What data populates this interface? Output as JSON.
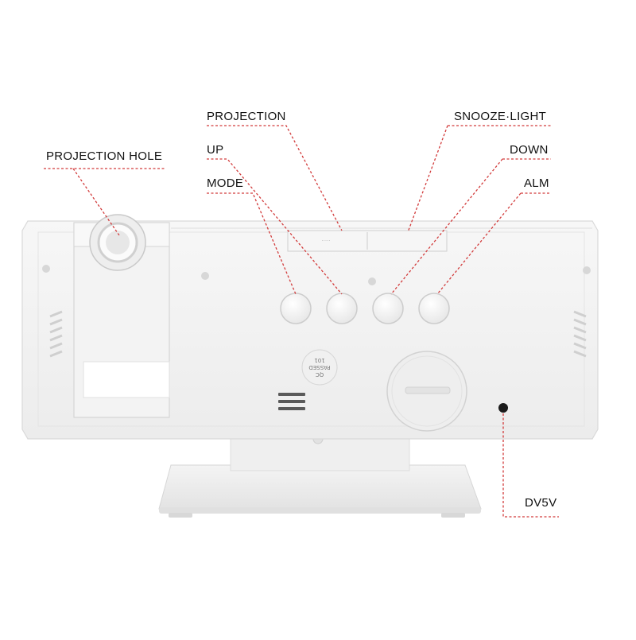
{
  "callouts": {
    "projection": "PROJECTION",
    "snooze_light": "SNOOZE·LIGHT",
    "projection_hole": "PROJECTION HOLE",
    "up": "UP",
    "down": "DOWN",
    "mode": "MODE",
    "alm": "ALM",
    "dv5v": "DV5V"
  },
  "device": {
    "qc_stamp_line1": "QC",
    "qc_stamp_line2": "PASSED",
    "qc_stamp_line3": "101"
  },
  "colors": {
    "leader_line": "#d23b3b",
    "device_body": "#f2f2f2",
    "device_edge": "#d9d9d9",
    "label_text": "#111111"
  }
}
